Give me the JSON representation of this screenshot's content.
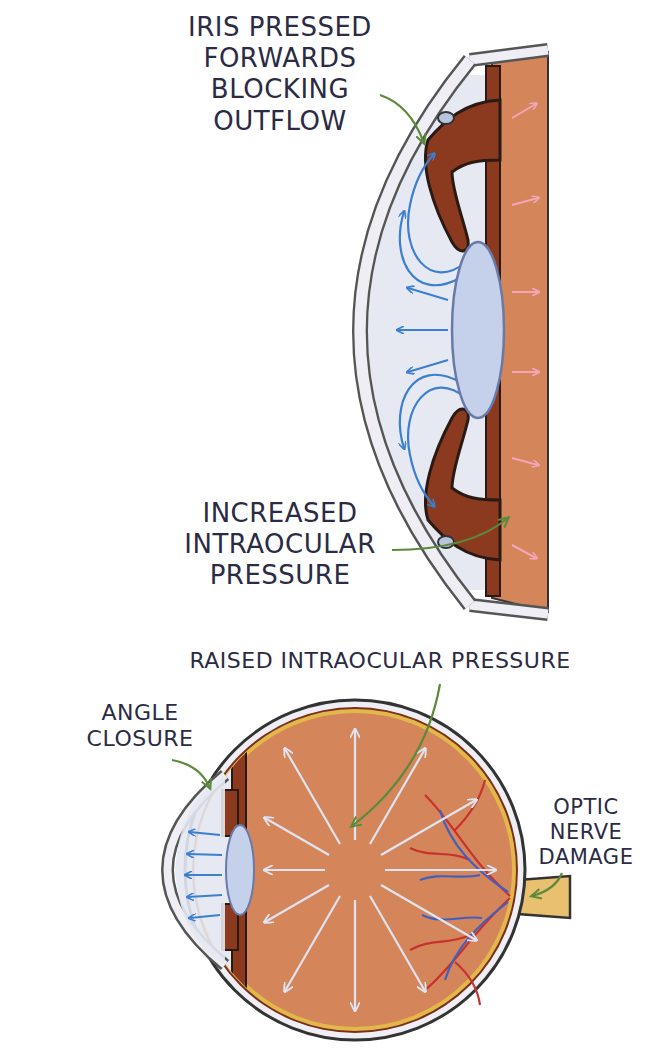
{
  "diagram": {
    "labels": [
      "IRIS PRESSED FORWARDS BLOCKING OUTFLOW",
      "INCREASED INTRAOCULAR PRESSURE",
      "RAISED INTRAOCULAR PRESSURE",
      "ANGLE CLOSURE",
      "OPTIC NERVE DAMAGE"
    ]
  }
}
